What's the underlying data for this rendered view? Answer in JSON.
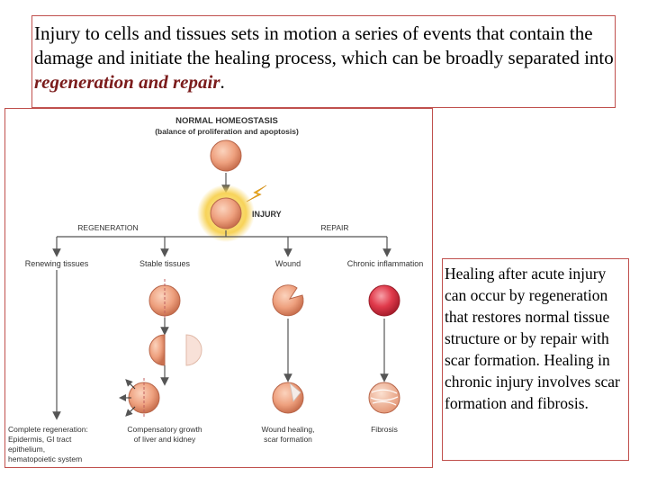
{
  "top_text": {
    "part1": "Injury to cells and tissues sets in motion a series of events that contain the damage and initiate the healing process, which can be broadly separated into ",
    "emphasis": "regeneration and repair",
    "part2": "."
  },
  "side_text": "Healing after acute injury can occur by regeneration that restores normal tissue structure or by repair with scar formation. Healing in chronic injury involves scar formation and fibrosis.",
  "diagram": {
    "title_line1": "NORMAL HOMEOSTASIS",
    "title_line2": "(balance of proliferation and apoptosis)",
    "injury_label": "INJURY",
    "regeneration_label": "REGENERATION",
    "repair_label": "REPAIR",
    "branch_renewing": "Renewing tissues",
    "branch_stable": "Stable tissues",
    "branch_wound": "Wound",
    "branch_chronic": "Chronic inflammation",
    "outcome_complete_l1": "Complete regeneration:",
    "outcome_complete_l2": "Epidermis, GI tract",
    "outcome_complete_l3": "epithelium,",
    "outcome_complete_l4": "hematopoietic system",
    "outcome_compensatory_l1": "Compensatory growth",
    "outcome_compensatory_l2": "of liver and kidney",
    "outcome_wound_l1": "Wound healing,",
    "outcome_wound_l2": "scar formation",
    "outcome_fibrosis": "Fibrosis"
  },
  "colors": {
    "border": "#c0504d",
    "emphasis_text": "#7b1c1c",
    "cell_fill": "#eea07e",
    "cell_stroke": "#b8664a",
    "inflamed_fill": "#e03a4b",
    "injury_glow": "#f7d35a",
    "lightning": "#f2b318",
    "line": "#555555",
    "dashed": "#c06060"
  }
}
